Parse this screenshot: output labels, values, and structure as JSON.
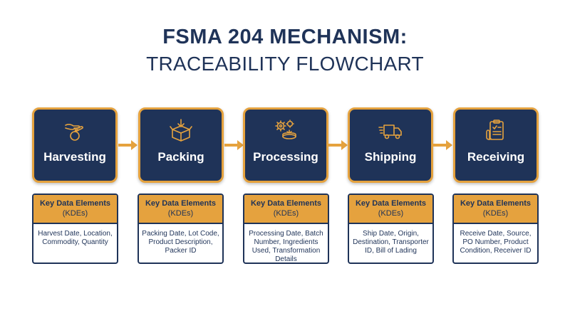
{
  "title": {
    "line1": "FSMA 204 MECHANISM:",
    "line2": "TRACEABILITY FLOWCHART"
  },
  "colors": {
    "navy": "#1f3358",
    "accent": "#e5a23e"
  },
  "steps": [
    {
      "label": "Harvesting",
      "icon": "hand-harvest-icon",
      "kde_title": "Key Data Elements",
      "kde_subtitle": "(KDEs)",
      "kde_body": "Harvest Date, Location, Commodity, Quantity"
    },
    {
      "label": "Packing",
      "icon": "box-icon",
      "kde_title": "Key Data Elements",
      "kde_subtitle": "(KDEs)",
      "kde_body": "Packing Date, Lot Code, Product Description, Packer ID"
    },
    {
      "label": "Processing",
      "icon": "gears-icon",
      "kde_title": "Key Data Elements",
      "kde_subtitle": "(KDEs)",
      "kde_body": "Processing Date, Batch Number, Ingredients Used, Transformation Details"
    },
    {
      "label": "Shipping",
      "icon": "truck-icon",
      "kde_title": "Key Data Elements",
      "kde_subtitle": "(KDEs)",
      "kde_body": "Ship Date, Origin, Destination, Transporter ID, Bill of Lading"
    },
    {
      "label": "Receiving",
      "icon": "clipboard-check-icon",
      "kde_title": "Key Data Elements",
      "kde_subtitle": "(KDEs)",
      "kde_body": "Receive Date, Source, PO Number, Product Condition, Receiver ID"
    }
  ]
}
